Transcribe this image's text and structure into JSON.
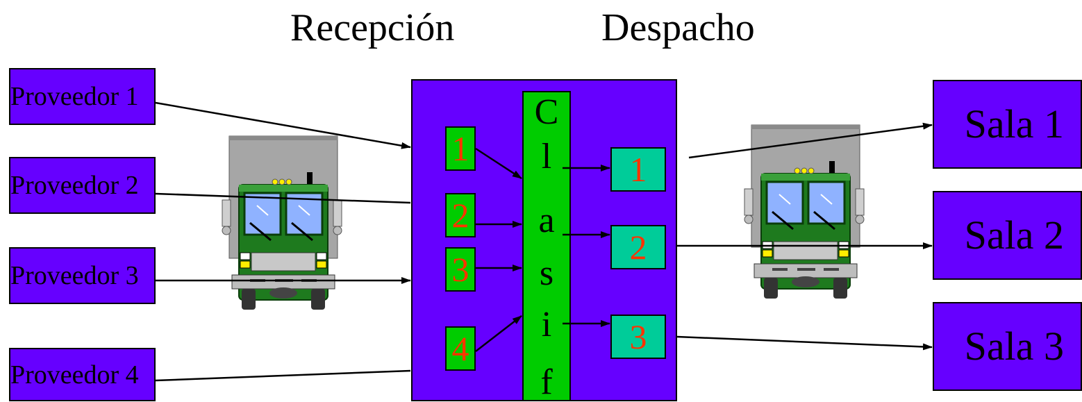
{
  "headers": {
    "reception": "Recepción",
    "dispatch": "Despacho"
  },
  "providers": [
    "Proveedor 1",
    "Proveedor 2",
    "Proveedor 3",
    "Proveedor 4"
  ],
  "rooms": [
    "Sala 1",
    "Sala 2",
    "Sala 3"
  ],
  "classifier": {
    "letters": [
      "C",
      "l",
      "a",
      "s",
      "i",
      "f"
    ]
  },
  "inputs": [
    "1",
    "2",
    "3",
    "4"
  ],
  "outputs": [
    "1",
    "2",
    "3"
  ],
  "colors": {
    "box": "#6600ff",
    "classifier": "#00cc00",
    "input": "#00cc00",
    "output": "#00cc99",
    "number": "#ff3300"
  },
  "icons": [
    "truck-icon",
    "truck-icon"
  ]
}
